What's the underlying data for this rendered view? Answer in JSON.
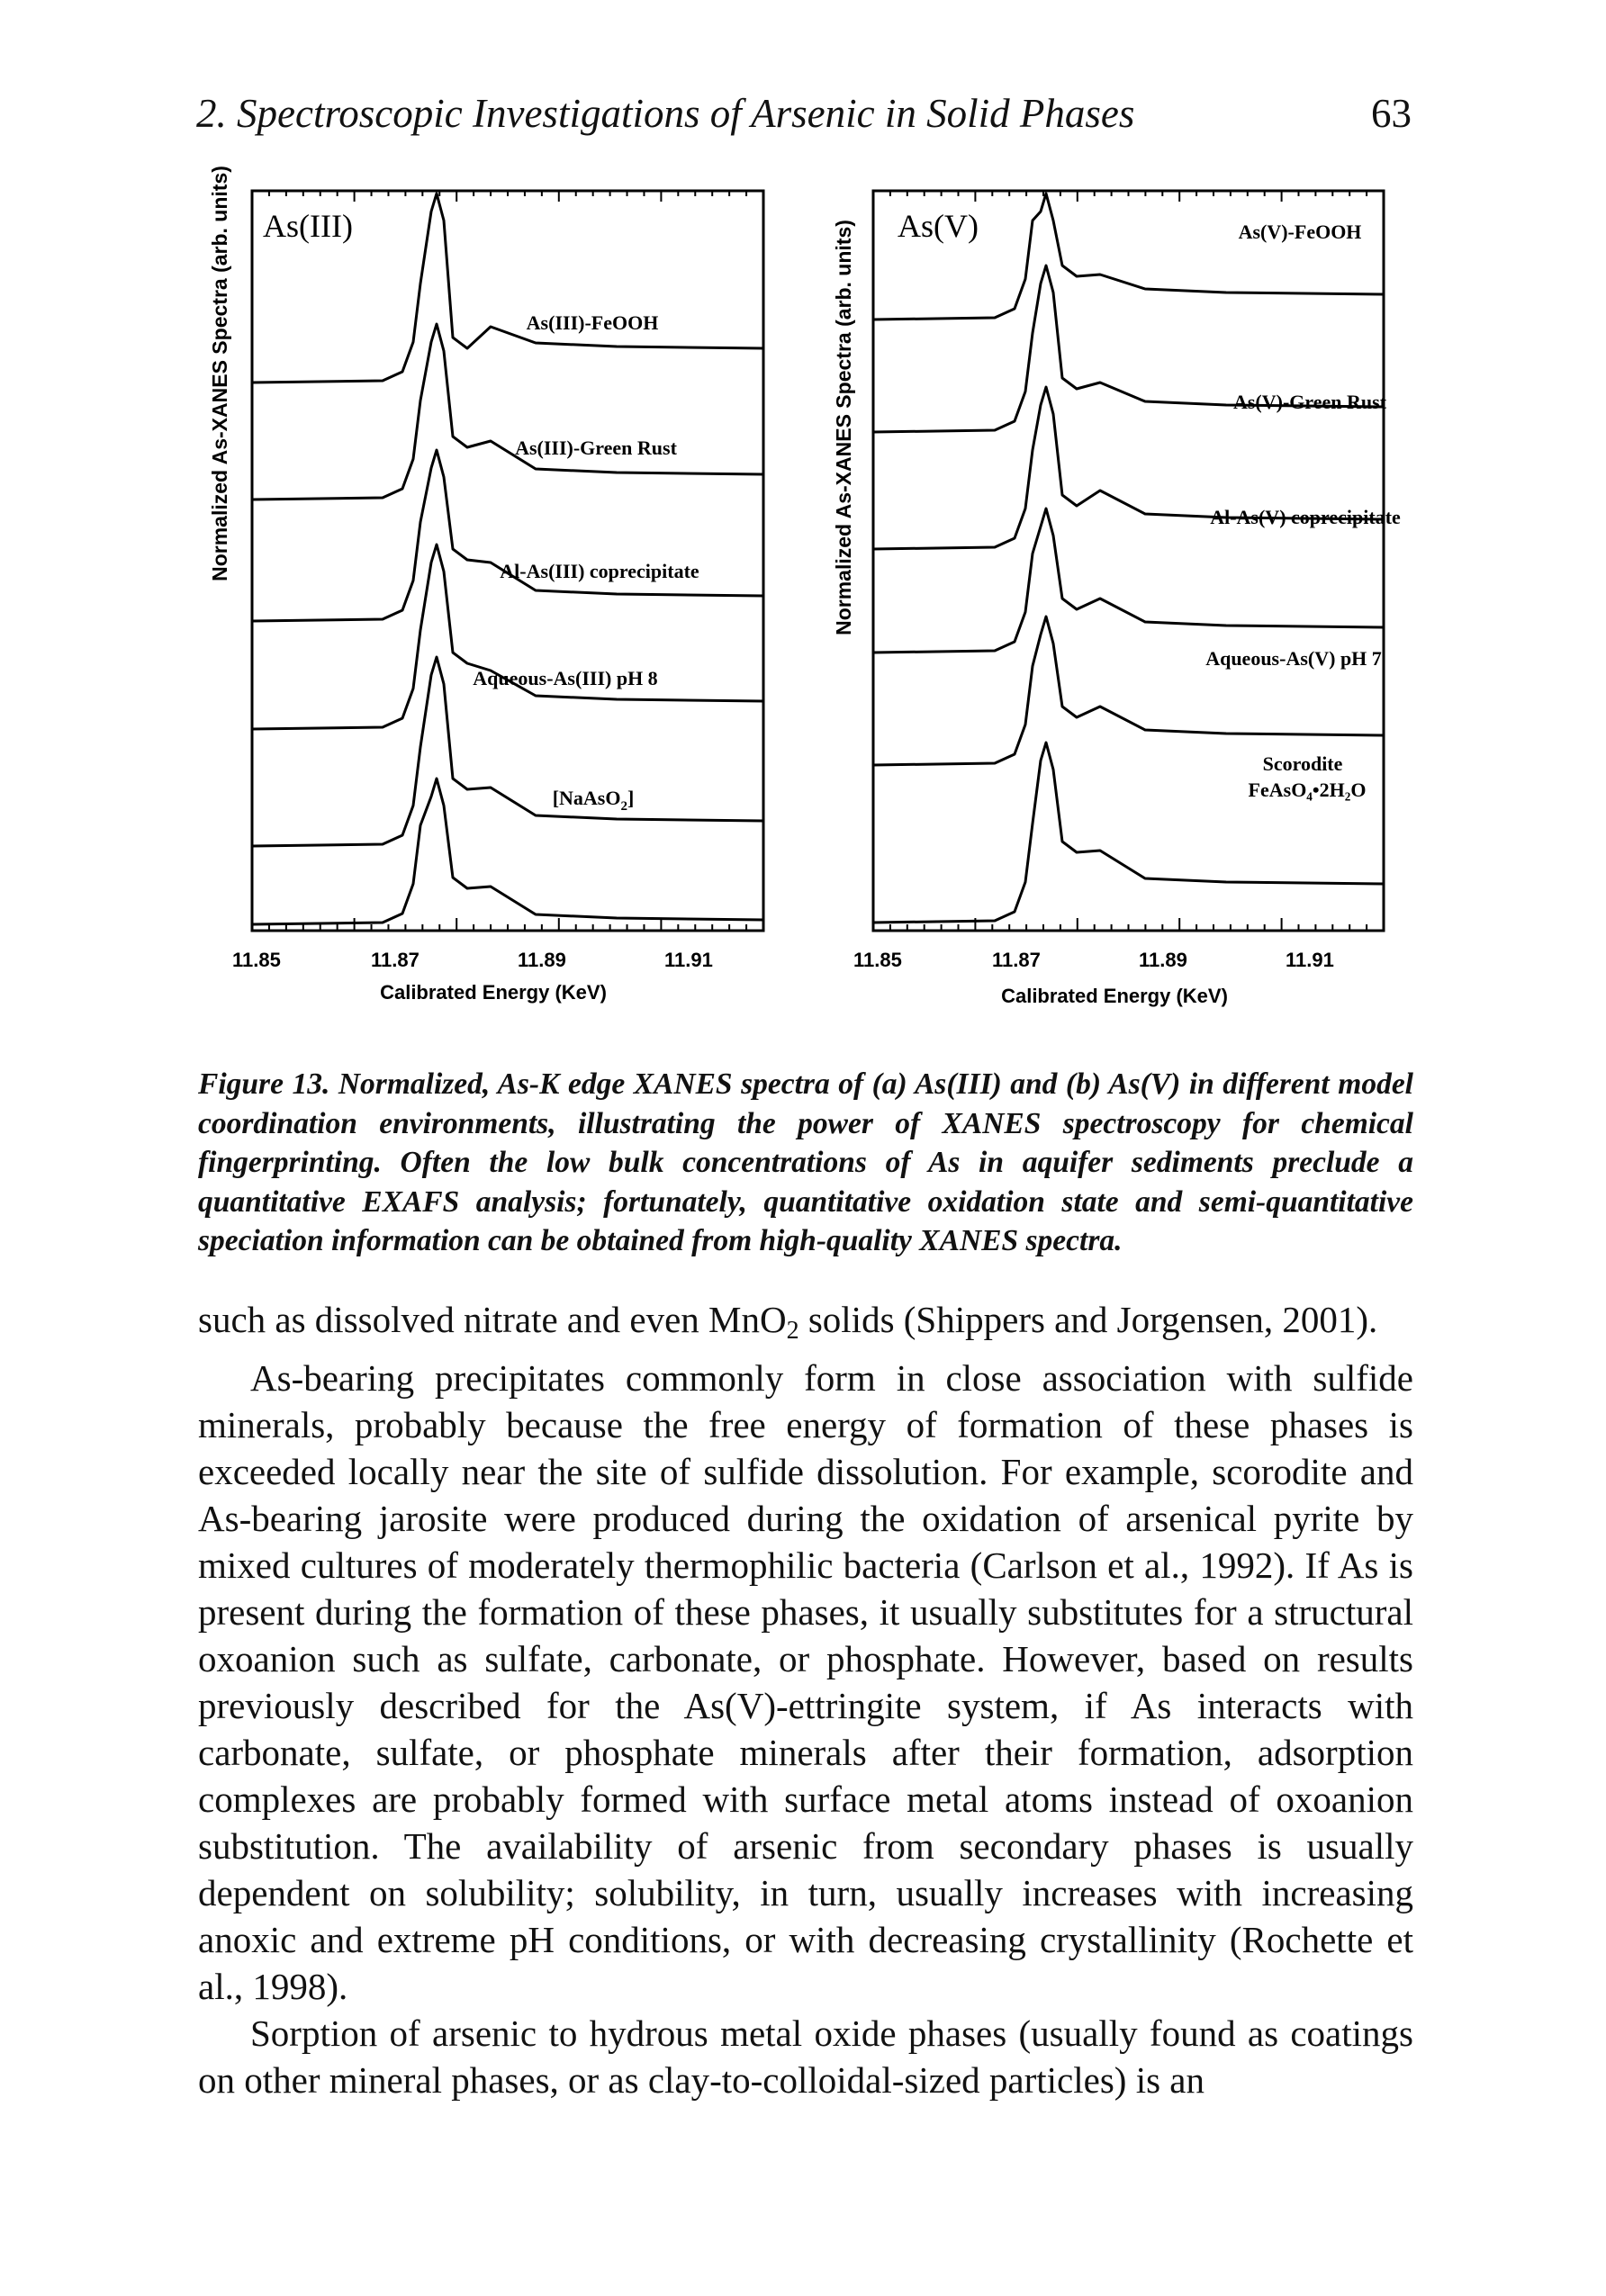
{
  "running_head": {
    "title": "2. Spectroscopic Investigations of Arsenic in Solid Phases",
    "page_number": "63"
  },
  "figure": {
    "panels": [
      {
        "tag": "As(III)",
        "ylabel": "Normalized As-XANES Spectra (arb. units)",
        "xlabel": "Calibrated Energy (KeV)",
        "xticks": [
          "11.85",
          "11.87",
          "11.89",
          "11.91"
        ],
        "traces": [
          {
            "label": "As(III)-FeOOH"
          },
          {
            "label": "As(III)-Green Rust"
          },
          {
            "label": "Al-As(III) coprecipitate"
          },
          {
            "label": "Aqueous-As(III) pH 8"
          },
          {
            "label": "[NaAsO",
            "label_sub": "2",
            "label_tail": "]"
          },
          {
            "label": ""
          }
        ]
      },
      {
        "tag": "As(V)",
        "ylabel": "Normalized As-XANES Spectra (arb. units)",
        "xlabel": "Calibrated Energy (KeV)",
        "xticks": [
          "11.85",
          "11.87",
          "11.89",
          "11.91"
        ],
        "traces": [
          {
            "label": "As(V)-FeOOH"
          },
          {
            "label": "As(V)-Green Rust"
          },
          {
            "label": "Al-As(V) coprecipitate"
          },
          {
            "label": "Aqueous-As(V) pH 7"
          },
          {
            "label": "Scorodite",
            "label2": "FeAsO₄•2H₂O"
          },
          {
            "label": ""
          }
        ]
      }
    ],
    "caption": "Figure 13. Normalized, As-K edge XANES spectra of (a) As(III) and (b) As(V) in different model coordination environments, illustrating the power of XANES spectroscopy for chemical fingerprinting. Often the low bulk concentrations of As in aquifer sediments preclude a quantitative EXAFS analysis; fortunately, quantitative oxidation state and semi-quantitative speciation information can be obtained from high-quality XANES spectra."
  },
  "body": {
    "p1_a": "such as dissolved nitrate and even MnO",
    "p1_sub": "2",
    "p1_b": " solids (Shippers and Jorgensen, 2001).",
    "p2": "As-bearing precipitates commonly form in close association with sulfide minerals, probably because the free energy of formation of these phases is exceeded locally near the site of sulfide dissolution. For example, scorodite and As-bearing jarosite were produced during the oxidation of arsenical pyrite by mixed cultures of moderately thermophilic bacteria (Carlson et al., 1992). If As is present during the formation of these phases, it usually substitutes for a structural oxoanion such as sulfate, carbonate, or phosphate. However, based on results previously described for the As(V)-ettringite system, if As interacts with carbonate, sulfate, or phosphate minerals after their formation, adsorption complexes are probably formed with surface metal atoms instead of oxoanion substitution. The availability of arsenic from secondary phases is usually dependent on solubility; solubility, in turn, usually increases with increasing anoxic and extreme pH conditions, or with decreasing crystallinity (Rochette et al., 1998).",
    "p3": "Sorption of arsenic to hydrous metal oxide phases (usually found as coatings on other mineral phases, or as clay-to-colloidal-sized particles) is an"
  }
}
